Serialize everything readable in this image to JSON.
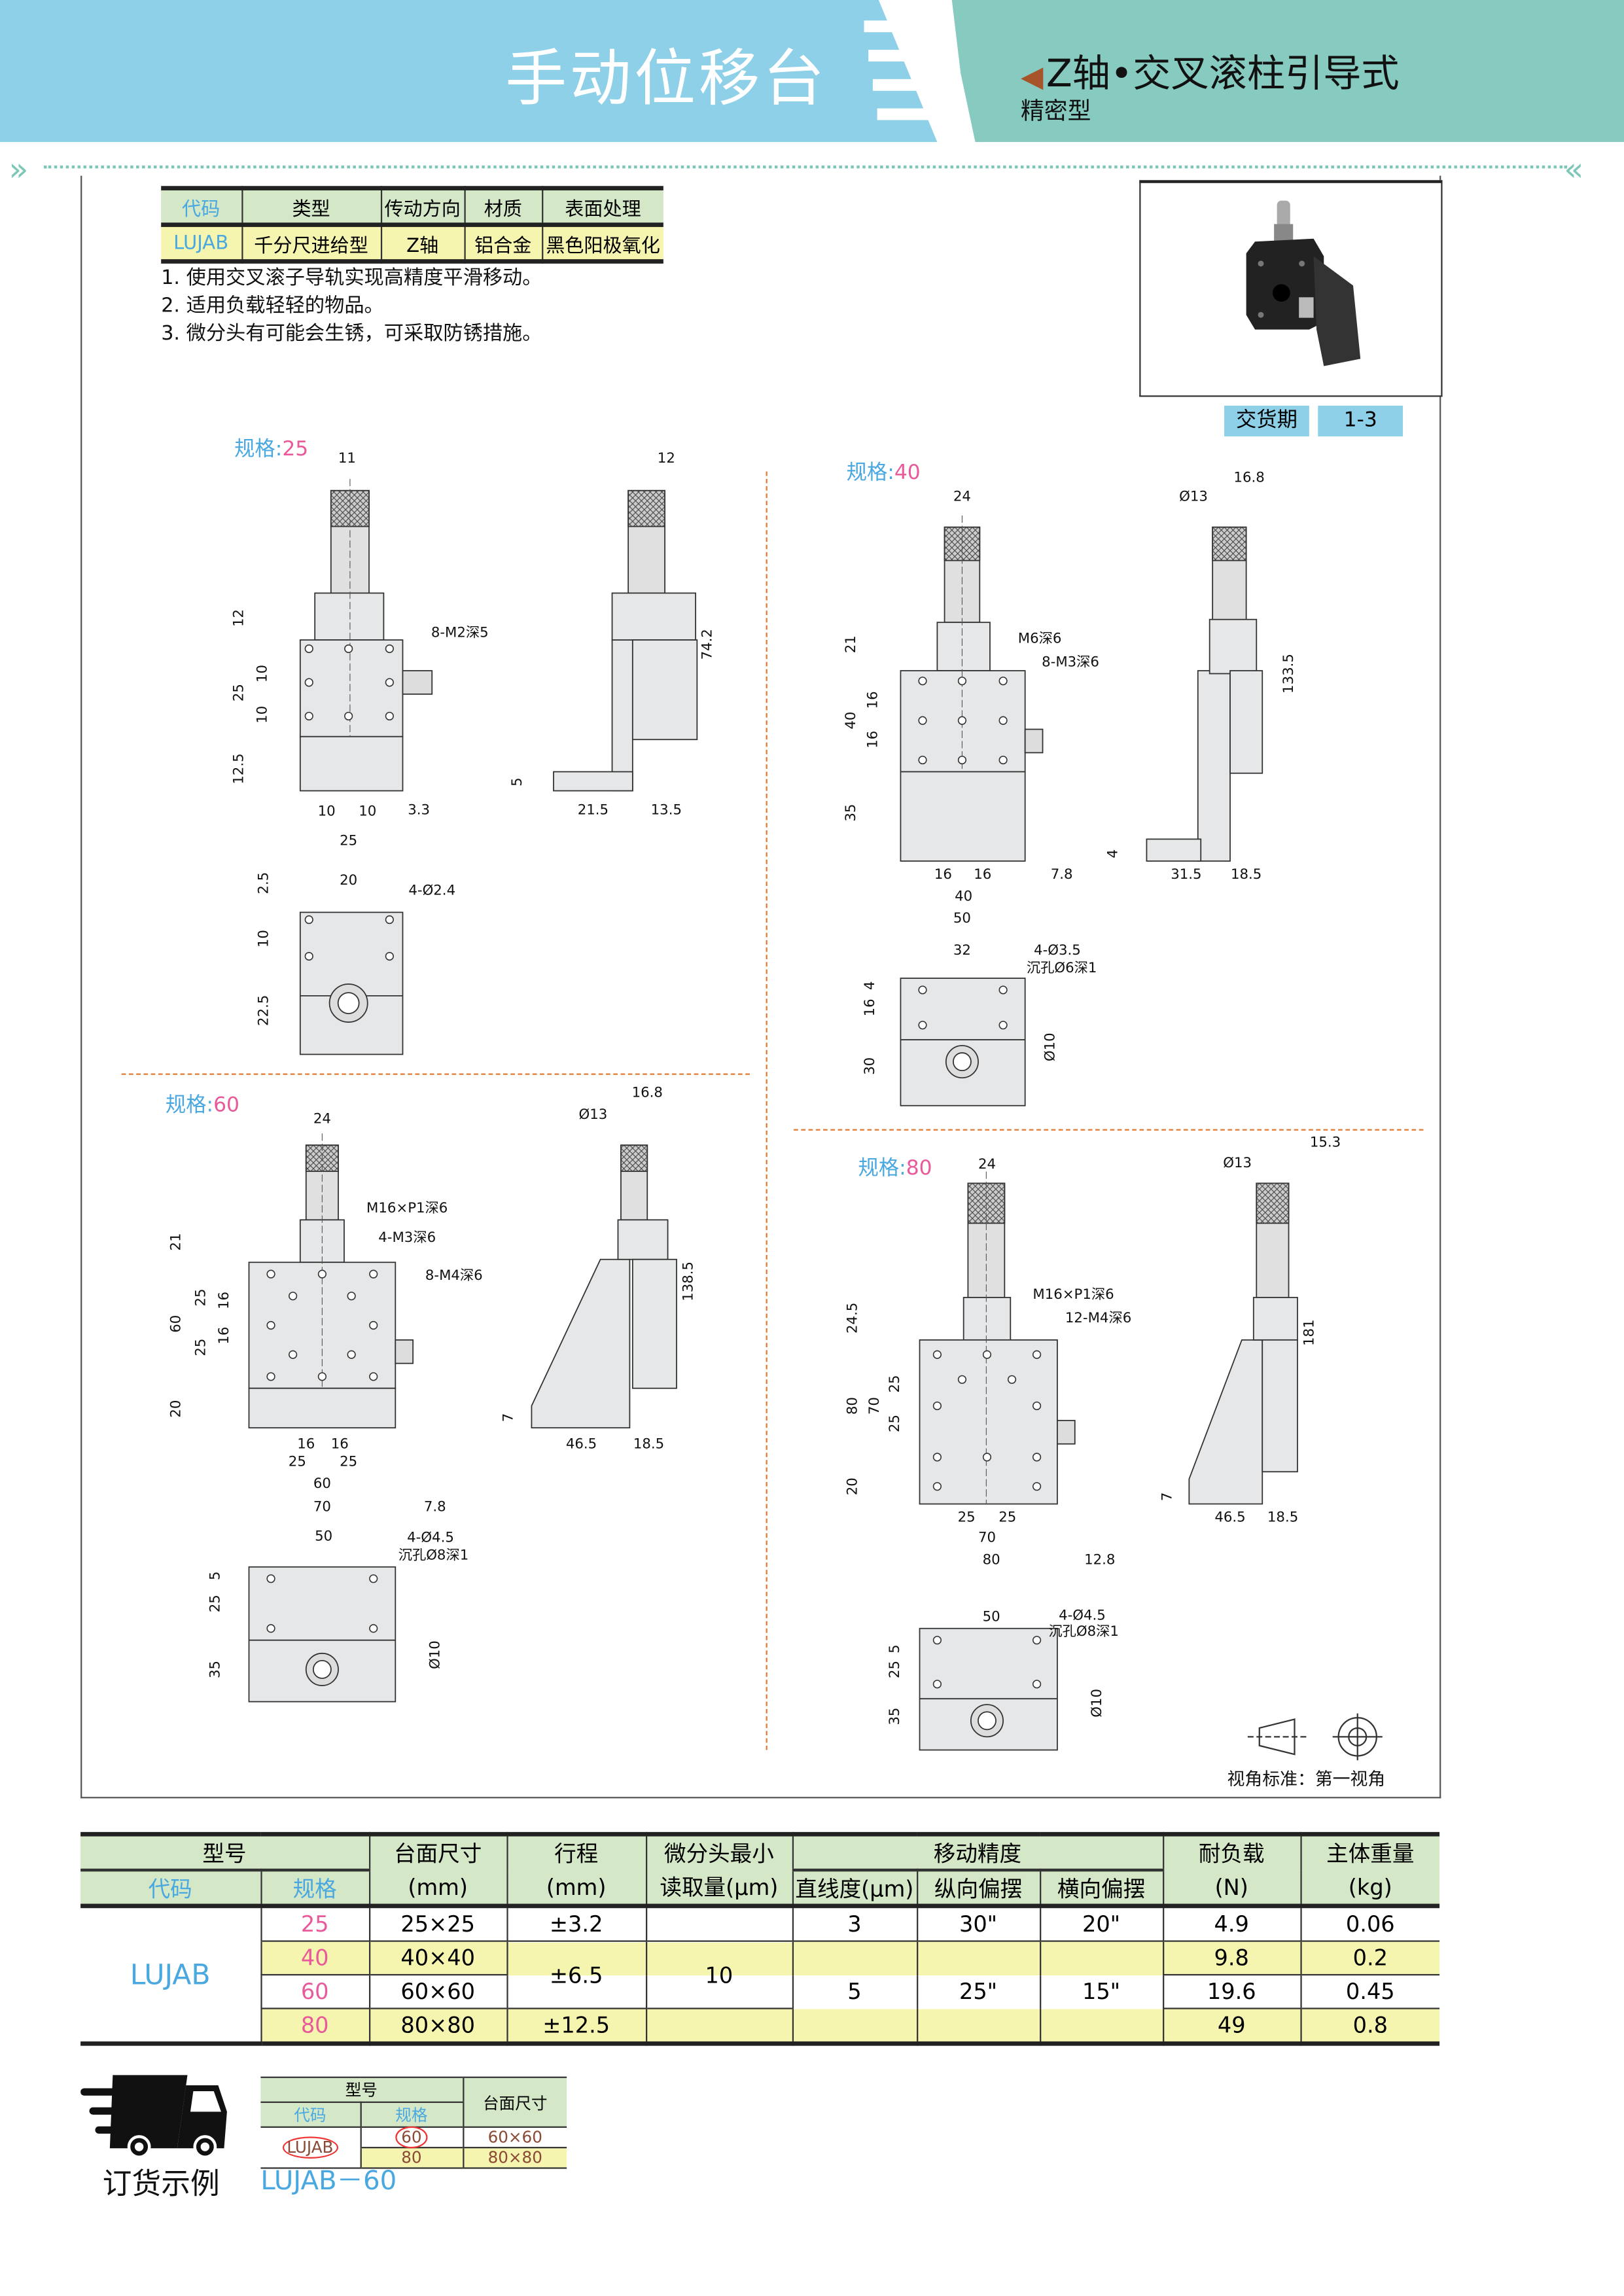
{
  "header": {
    "title": "手动位移台",
    "subtitle": "Z轴•交叉滚柱引导式",
    "subtitle_tag": "精密型"
  },
  "colors": {
    "blue_band": "#8dd0e8",
    "teal_band": "#86cac0",
    "header_green": "#d4e8c8",
    "row_yellow": "#f5f5b0",
    "code_blue": "#4aa8e0",
    "spec_pink": "#e85a9a"
  },
  "spec_table": {
    "headers": [
      "代码",
      "类型",
      "传动方向",
      "材质",
      "表面处理"
    ],
    "values": [
      "LUJAB",
      "千分尺进给型",
      "Z轴",
      "铝合金",
      "黑色阳极氧化"
    ]
  },
  "notes": [
    "1. 使用交叉滚子导轨实现高精度平滑移动。",
    "2. 适用负载轻轻的物品。",
    "3. 微分头有可能会生锈，可采取防锈措施。"
  ],
  "delivery": {
    "label": "交货期",
    "value": "1-3"
  },
  "view_standard": "视角标准：第一视角",
  "drawings": [
    {
      "prefix": "规格:",
      "size": "25",
      "labels": [
        "11",
        "12",
        "25",
        "10",
        "10",
        "12.5",
        "8-M2深5",
        "10",
        "10",
        "3.3",
        "25",
        "12",
        "74.2",
        "5",
        "21.5",
        "13.5",
        "2.5",
        "20",
        "4-Ø2.4",
        "10",
        "22.5"
      ]
    },
    {
      "prefix": "规格:",
      "size": "40",
      "labels": [
        "24",
        "M6深6",
        "8-M3深6",
        "21",
        "16",
        "16",
        "40",
        "35",
        "16",
        "16",
        "7.8",
        "40",
        "50",
        "Ø13",
        "16.8",
        "133.5",
        "4",
        "31.5",
        "18.5",
        "32",
        "4-Ø3.5",
        "沉孔Ø6深1",
        "4",
        "16",
        "30",
        "Ø10"
      ]
    },
    {
      "prefix": "规格:",
      "size": "60",
      "labels": [
        "24",
        "M16×P1深6",
        "4-M3深6",
        "8-M4深6",
        "21",
        "25",
        "16",
        "16",
        "25",
        "60",
        "20",
        "16",
        "16",
        "25",
        "25",
        "60",
        "70",
        "7.8",
        "Ø13",
        "16.8",
        "138.5",
        "7",
        "46.5",
        "18.5",
        "50",
        "4-Ø4.5",
        "沉孔Ø8深1",
        "5",
        "25",
        "35",
        "Ø10"
      ]
    },
    {
      "prefix": "规格:",
      "size": "80",
      "labels": [
        "24",
        "M16×P1深6",
        "12-M4深6",
        "24.5",
        "80",
        "70",
        "25",
        "25",
        "20",
        "25",
        "25",
        "70",
        "80",
        "12.8",
        "Ø13",
        "15.3",
        "181",
        "7",
        "46.5",
        "18.5",
        "50",
        "4-Ø4.5",
        "沉孔Ø8深1",
        "5",
        "25",
        "35",
        "Ø10"
      ]
    }
  ],
  "main_table": {
    "h_model": "型号",
    "h_code": "代码",
    "h_size": "规格",
    "h_table": "台面尺寸",
    "h_table_unit": "(mm)",
    "h_stroke": "行程",
    "h_stroke_unit": "(mm)",
    "h_micro1": "微分头最小",
    "h_micro2": "读取量(μm)",
    "h_acc": "移动精度",
    "h_straight": "直线度(μm)",
    "h_pitch": "纵向偏摆",
    "h_yaw": "横向偏摆",
    "h_load": "耐负载",
    "h_load_unit": "(N)",
    "h_weight": "主体重量",
    "h_weight_unit": "(kg)",
    "code": "LUJAB",
    "rows": [
      {
        "size": "25",
        "table": "25×25",
        "stroke": "±3.2",
        "straight": "3",
        "pitch": "30\"",
        "yaw": "20\"",
        "load": "4.9",
        "weight": "0.06"
      },
      {
        "size": "40",
        "table": "40×40",
        "load": "9.8",
        "weight": "0.2"
      },
      {
        "size": "60",
        "table": "60×60",
        "straight": "5",
        "pitch": "25\"",
        "yaw": "15\"",
        "load": "19.6",
        "weight": "0.45"
      },
      {
        "size": "80",
        "table": "80×80",
        "stroke": "±12.5",
        "load": "49",
        "weight": "0.8"
      }
    ],
    "stroke_40_60": "±6.5",
    "micro_value": "10"
  },
  "order_example": {
    "title": "订货示例",
    "h_model": "型号",
    "h_code": "代码",
    "h_size": "规格",
    "h_table": "台面尺寸",
    "code": "LUJAB",
    "rows": [
      {
        "size": "60",
        "table": "60×60"
      },
      {
        "size": "80",
        "table": "80×80"
      }
    ],
    "result": "LUJAB－60"
  }
}
